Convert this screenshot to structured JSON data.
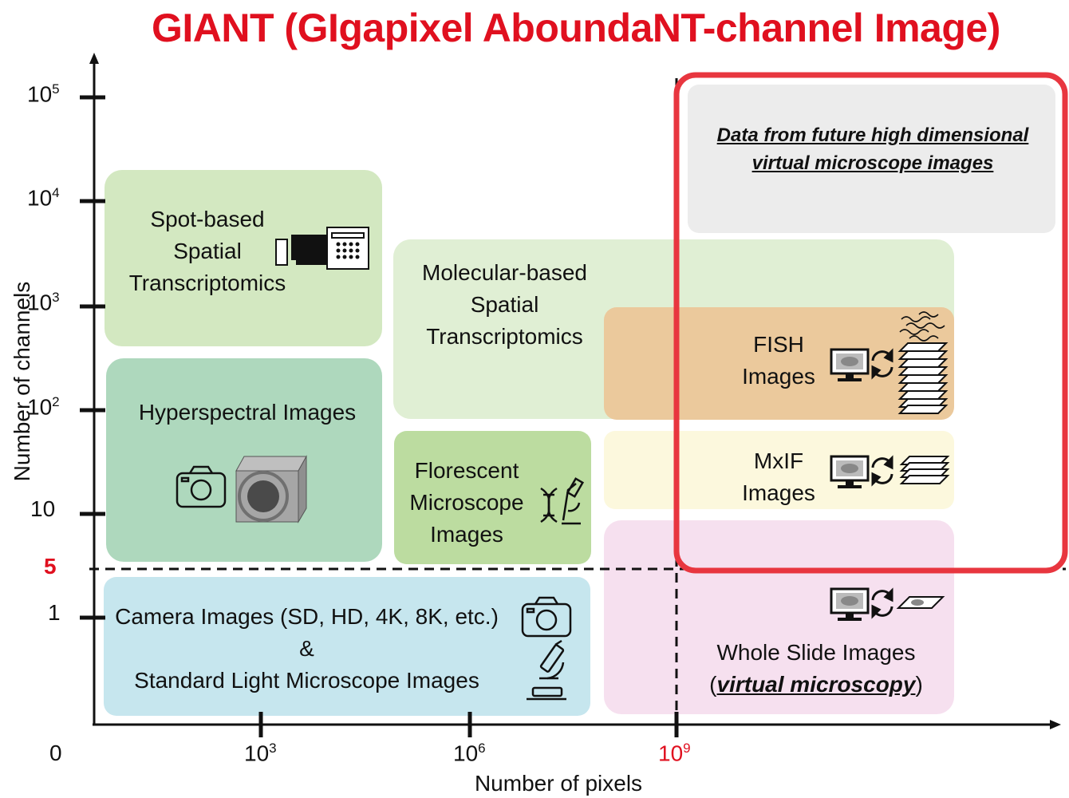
{
  "title": "GIANT (GIgapixel AboundaNT-channel Image)",
  "axes": {
    "xlabel": "Number of pixels",
    "ylabel": "Number of channels",
    "y_ticks": {
      "t5": {
        "base": "10",
        "exp": "5"
      },
      "t4": {
        "base": "10",
        "exp": "4"
      },
      "t3": {
        "base": "10",
        "exp": "3"
      },
      "t2": {
        "base": "10",
        "exp": "2"
      },
      "t10": "10",
      "five": "5",
      "one": "1"
    },
    "x_ticks": {
      "origin": "0",
      "t3": {
        "base": "10",
        "exp": "3"
      },
      "t6": {
        "base": "10",
        "exp": "6"
      },
      "t9": {
        "base": "10",
        "exp": "9"
      }
    }
  },
  "regions": {
    "spot_based": [
      "Spot-based",
      "Spatial",
      "Transcriptomics"
    ],
    "hyperspectral": "Hyperspectral Images",
    "molecular": [
      "Molecular-based",
      "Spatial",
      "Transcriptomics"
    ],
    "fish": [
      "FISH",
      "Images"
    ],
    "florescent": [
      "Florescent",
      "Microscope",
      "Images"
    ],
    "mxif": [
      "MxIF",
      "Images"
    ],
    "camera": [
      "Camera Images (SD, HD, 4K, 8K, etc.)",
      "&",
      "Standard Light Microscope Images"
    ],
    "wsi": {
      "line1": "Whole Slide Images",
      "open": "(",
      "italic": "virtual microscopy",
      "close": ")"
    },
    "future": [
      "Data from future high dimensional",
      "virtual microscope images"
    ]
  },
  "colors": {
    "title_red": "#e0101f",
    "highlight_red": "#e8363f",
    "spot_green": "#d3e8c1",
    "hyper_green": "#aed8bd",
    "molecular_green": "#e0efd4",
    "fish_orange": "#ebc99c",
    "florescent_green": "#bcdca0",
    "mxif_yellow": "#fcf8dd",
    "camera_blue": "#c6e6ee",
    "wsi_pink": "#f6e0ef",
    "future_gray": "#ececec"
  },
  "icons": [
    "computer-sequencer-icon",
    "camera-icon",
    "hyperspectral-cube-icon",
    "dna-microscope-icon",
    "monitor-icon",
    "sync-arrows-icon",
    "slide-stack-icon",
    "wavy-lines-icon",
    "slide-icon",
    "microscope-icon"
  ]
}
